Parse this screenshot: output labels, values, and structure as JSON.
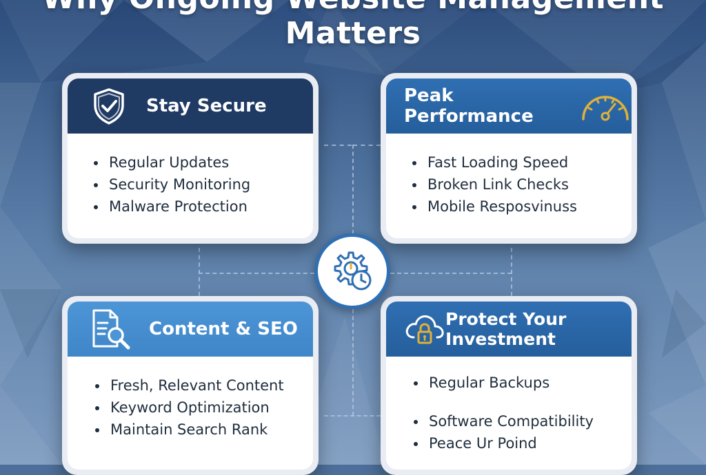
{
  "title": "Why Ongoing Website Management Matters",
  "colors": {
    "accent_dark": "#1f3a63",
    "accent_blue": "#2f6fb2",
    "accent_light": "#4c95d6",
    "icon_gold": "#e0b13a"
  },
  "cards": [
    {
      "title": "Stay Secure",
      "icon": "shield-check-icon",
      "items": [
        "Regular Updates",
        "Security Monitoring",
        "Malware Protection"
      ]
    },
    {
      "title": "Peak Performance",
      "icon": "speedometer-icon",
      "items": [
        "Fast Loading Speed",
        "Broken Link Checks",
        "Mobile Resposvinuss"
      ]
    },
    {
      "title": "Content & SEO",
      "icon": "document-search-icon",
      "items": [
        "Fresh, Relevant Content",
        "Keyword Optimization",
        "Maintain Search Rank"
      ]
    },
    {
      "title": "Protect Your Investment",
      "icon": "cloud-lock-icon",
      "items": [
        "Regular Backups",
        "Software Compatibility",
        "Peace Ur Poind"
      ]
    }
  ],
  "center_icon": "gear-clock-icon"
}
